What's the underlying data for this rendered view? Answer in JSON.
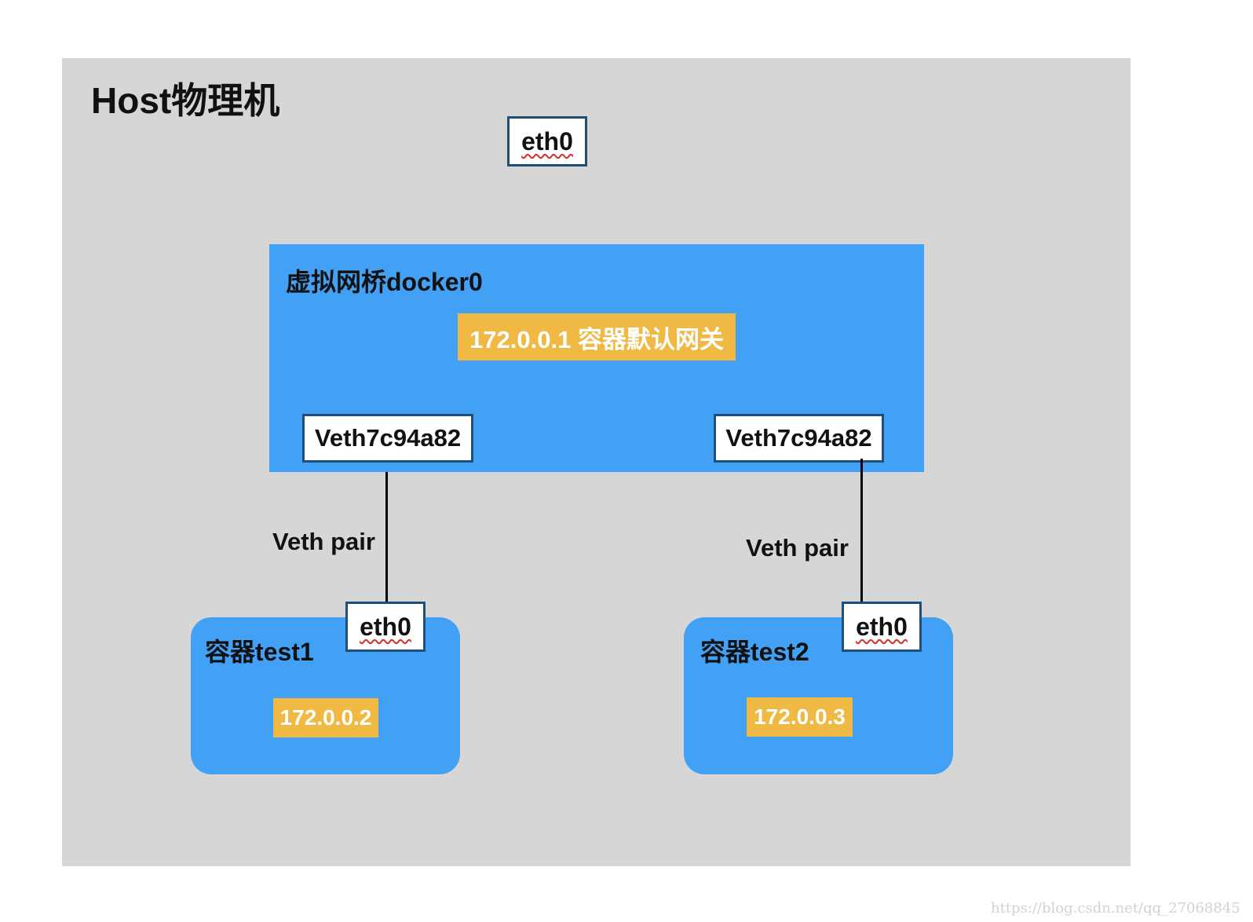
{
  "host": {
    "title": "Host物理机",
    "eth0": "eth0"
  },
  "bridge": {
    "title": "虚拟网桥docker0",
    "gateway": "172.0.0.1 容器默认网关",
    "veth_left": "Veth7c94a82",
    "veth_right": "Veth7c94a82"
  },
  "links": {
    "left_label": "Veth pair",
    "right_label": "Veth pair"
  },
  "containers": [
    {
      "title": "容器test1",
      "eth0": "eth0",
      "ip": "172.0.0.2"
    },
    {
      "title": "容器test2",
      "eth0": "eth0",
      "ip": "172.0.0.3"
    }
  ],
  "watermark": "https://blog.csdn.net/qq_27068845",
  "colors": {
    "host_bg": "#d6d6d6",
    "bridge_bg": "#42a0f5",
    "ip_bg": "#efb943",
    "iface_border": "#1f4e79"
  }
}
